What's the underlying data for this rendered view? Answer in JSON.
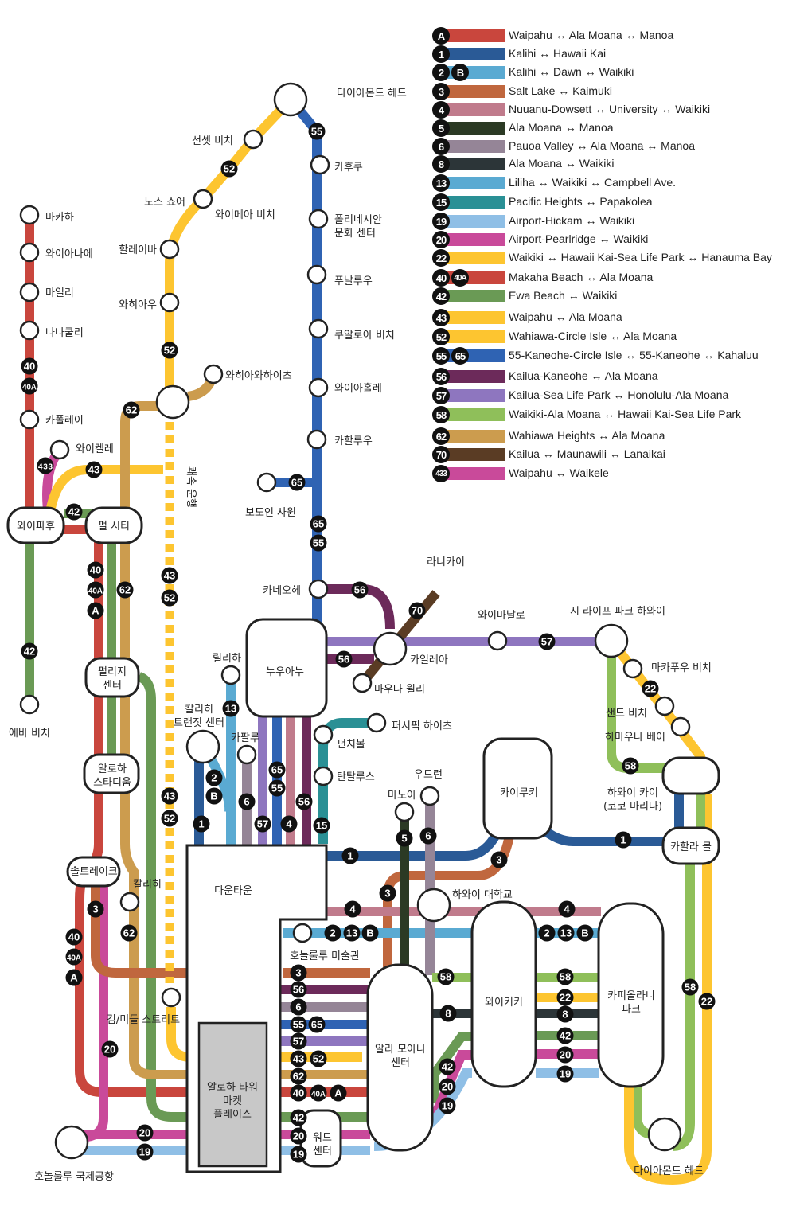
{
  "legend": [
    {
      "badges": [
        "A"
      ],
      "color": "#c9463d",
      "label": "Waipahu ↔ Ala Moana ↔ Manoa"
    },
    {
      "badges": [
        "1"
      ],
      "color": "#2a5a96",
      "label": "Kalihi ↔ Hawaii Kai"
    },
    {
      "badges": [
        "2",
        "B"
      ],
      "color": "#5aaad2",
      "label": "Kalihi ↔ Dawn ↔ Waikiki"
    },
    {
      "badges": [
        "3"
      ],
      "color": "#c0673e",
      "label": "Salt Lake ↔ Kaimuki"
    },
    {
      "badges": [
        "4"
      ],
      "color": "#c07b8c",
      "label": "Nuuanu-Dowsett ↔ University ↔ Waikiki"
    },
    {
      "badges": [
        "5"
      ],
      "color": "#2b3a24",
      "label": "Ala Moana ↔ Manoa"
    },
    {
      "badges": [
        "6"
      ],
      "color": "#958597",
      "label": "Pauoa Valley ↔ Ala Moana ↔ Manoa"
    },
    {
      "badges": [
        "8"
      ],
      "color": "#2c3538",
      "label": "Ala Moana ↔ Waikiki"
    },
    {
      "badges": [
        "13"
      ],
      "color": "#5aaad2",
      "label": "Liliha ↔ Waikiki ↔ Campbell Ave."
    },
    {
      "badges": [
        "15"
      ],
      "color": "#2a9095",
      "label": "Pacific Heights ↔ Papakolea"
    },
    {
      "badges": [
        "19"
      ],
      "color": "#8fbfe6",
      "label": "Airport-Hickam ↔ Waikiki"
    },
    {
      "badges": [
        "20"
      ],
      "color": "#c94a9a",
      "label": "Airport-Pearlridge ↔ Waikiki"
    },
    {
      "badges": [
        "22"
      ],
      "color": "#fdc530",
      "label": "Waikiki ↔ Hawaii Kai-Sea Life Park ↔ Hanauma Bay"
    },
    {
      "badges": [
        "40",
        "40A"
      ],
      "color": "#c9463d",
      "label": "Makaha Beach ↔ Ala Moana"
    },
    {
      "badges": [
        "42"
      ],
      "color": "#6a9a55",
      "label": "Ewa Beach ↔ Waikiki"
    },
    {
      "badges": [
        "43"
      ],
      "color": "#fdc530",
      "label": "Waipahu ↔ Ala Moana"
    },
    {
      "badges": [
        "52"
      ],
      "color": "#fdc530",
      "label": "Wahiawa-Circle Isle ↔ Ala Moana"
    },
    {
      "badges": [
        "55",
        "65"
      ],
      "color": "#2f63b3",
      "label": "55-Kaneohe-Circle Isle ↔ 55-Kaneohe ↔ Kahaluu"
    },
    {
      "badges": [
        "56"
      ],
      "color": "#6c2a5a",
      "label": "Kailua-Kaneohe ↔ Ala Moana"
    },
    {
      "badges": [
        "57"
      ],
      "color": "#8e76bf",
      "label": "Kailua-Sea Life Park ↔ Honolulu-Ala Moana"
    },
    {
      "badges": [
        "58"
      ],
      "color": "#8fbf5a",
      "label": "Waikiki-Ala Moana ↔ Hawaii Kai-Sea Life Park"
    },
    {
      "badges": [
        "62"
      ],
      "color": "#cc9c4e",
      "label": "Wahiawa Heights ↔ Ala Moana"
    },
    {
      "badges": [
        "70"
      ],
      "color": "#5a3c24",
      "label": "Kailua ↔ Maunawili ↔ Lanaikai"
    },
    {
      "badges": [
        "433"
      ],
      "color": "#c94a9a",
      "label": "Waipahu ↔ Waikele"
    }
  ],
  "stations": [
    {
      "lines": [
        "다이아몬드 헤드"
      ]
    },
    {
      "lines": [
        "선셋 비치"
      ]
    },
    {
      "lines": [
        "노스 쇼어"
      ]
    },
    {
      "lines": [
        "와이메아 비치"
      ]
    },
    {
      "lines": [
        "할레이바"
      ]
    },
    {
      "lines": [
        "와히아우"
      ]
    },
    {
      "lines": [
        "와히아와하이츠"
      ]
    },
    {
      "lines": [
        "카후쿠"
      ]
    },
    {
      "lines": [
        "폴리네시안",
        "문화 센터"
      ]
    },
    {
      "lines": [
        "푸날루우"
      ]
    },
    {
      "lines": [
        "쿠알로아 비치"
      ]
    },
    {
      "lines": [
        "와이아홀레"
      ]
    },
    {
      "lines": [
        "카할루우"
      ]
    },
    {
      "lines": [
        "보도인 사원"
      ]
    },
    {
      "lines": [
        "카네오헤"
      ]
    },
    {
      "lines": [
        "라니카이"
      ]
    },
    {
      "lines": [
        "카일레아"
      ]
    },
    {
      "lines": [
        "마우나 윌리"
      ]
    },
    {
      "lines": [
        "와이마날로"
      ]
    },
    {
      "lines": [
        "시 라이프 파크 하와이"
      ]
    },
    {
      "lines": [
        "마카푸우 비치"
      ]
    },
    {
      "lines": [
        "샌드 비치"
      ]
    },
    {
      "lines": [
        "하마우나 베이"
      ]
    },
    {
      "lines": [
        "하와이 카이",
        "(코코 마리나)"
      ]
    },
    {
      "lines": [
        "카할라 몰"
      ]
    },
    {
      "lines": [
        "마카하"
      ]
    },
    {
      "lines": [
        "와이아나에"
      ]
    },
    {
      "lines": [
        "마일리"
      ]
    },
    {
      "lines": [
        "나나쿨리"
      ]
    },
    {
      "lines": [
        "카폴레이"
      ]
    },
    {
      "lines": [
        "와이켈레"
      ]
    },
    {
      "lines": [
        "와이파후"
      ]
    },
    {
      "lines": [
        "펄 시티"
      ]
    },
    {
      "lines": [
        "에바 비치"
      ]
    },
    {
      "lines": [
        "펄리지",
        "센터"
      ]
    },
    {
      "lines": [
        "알로하",
        "스타디움"
      ]
    },
    {
      "lines": [
        "솔트레이크"
      ]
    },
    {
      "lines": [
        "칼리히"
      ]
    },
    {
      "lines": [
        "컴/미들 스트리트"
      ]
    },
    {
      "lines": [
        "호놀룰루 국제공항"
      ]
    },
    {
      "lines": [
        "릴리하"
      ]
    },
    {
      "lines": [
        "칼리히",
        "트랜짓 센터"
      ]
    },
    {
      "lines": [
        "카팔루"
      ]
    },
    {
      "lines": [
        "누우아누"
      ]
    },
    {
      "lines": [
        "퍼시픽 하이츠"
      ]
    },
    {
      "lines": [
        "펀치볼"
      ]
    },
    {
      "lines": [
        "탄탈루스"
      ]
    },
    {
      "lines": [
        "마노아"
      ]
    },
    {
      "lines": [
        "우드런"
      ]
    },
    {
      "lines": [
        "카이무키"
      ]
    },
    {
      "lines": [
        "하와이 대학교"
      ]
    },
    {
      "lines": [
        "다운타운"
      ]
    },
    {
      "lines": [
        "호놀룰루 미술관"
      ]
    },
    {
      "lines": [
        "알로하 타워",
        "마켓",
        "플레이스"
      ]
    },
    {
      "lines": [
        "워드",
        "센터"
      ]
    },
    {
      "lines": [
        "알라 모아나",
        "센터"
      ]
    },
    {
      "lines": [
        "와이키키"
      ]
    },
    {
      "lines": [
        "카피올라니",
        "파크"
      ]
    },
    {
      "lines": [
        "다이아몬드 헤드"
      ]
    }
  ],
  "express_label": "쾌속 운행",
  "map_badges": [
    "55",
    "52",
    "52",
    "40",
    "40A",
    "62",
    "433",
    "43",
    "42",
    "65",
    "65",
    "55",
    "40",
    "40A",
    "A",
    "62",
    "43",
    "52",
    "42",
    "56",
    "70",
    "56",
    "57",
    "22",
    "58",
    "13",
    "2",
    "B",
    "6",
    "1",
    "57",
    "65",
    "55",
    "4",
    "56",
    "15",
    "43",
    "52",
    "1",
    "5",
    "6",
    "3",
    "3",
    "1",
    "4",
    "4",
    "2",
    "13",
    "B",
    "2",
    "13",
    "B",
    "3",
    "40",
    "40A",
    "A",
    "62",
    "3",
    "56",
    "6",
    "55",
    "65",
    "57",
    "43",
    "52",
    "62",
    "40",
    "40A",
    "A",
    "42",
    "20",
    "19",
    "58",
    "8",
    "42",
    "20",
    "19",
    "58",
    "22",
    "8",
    "42",
    "20",
    "19",
    "58",
    "22",
    "20",
    "20",
    "19"
  ]
}
